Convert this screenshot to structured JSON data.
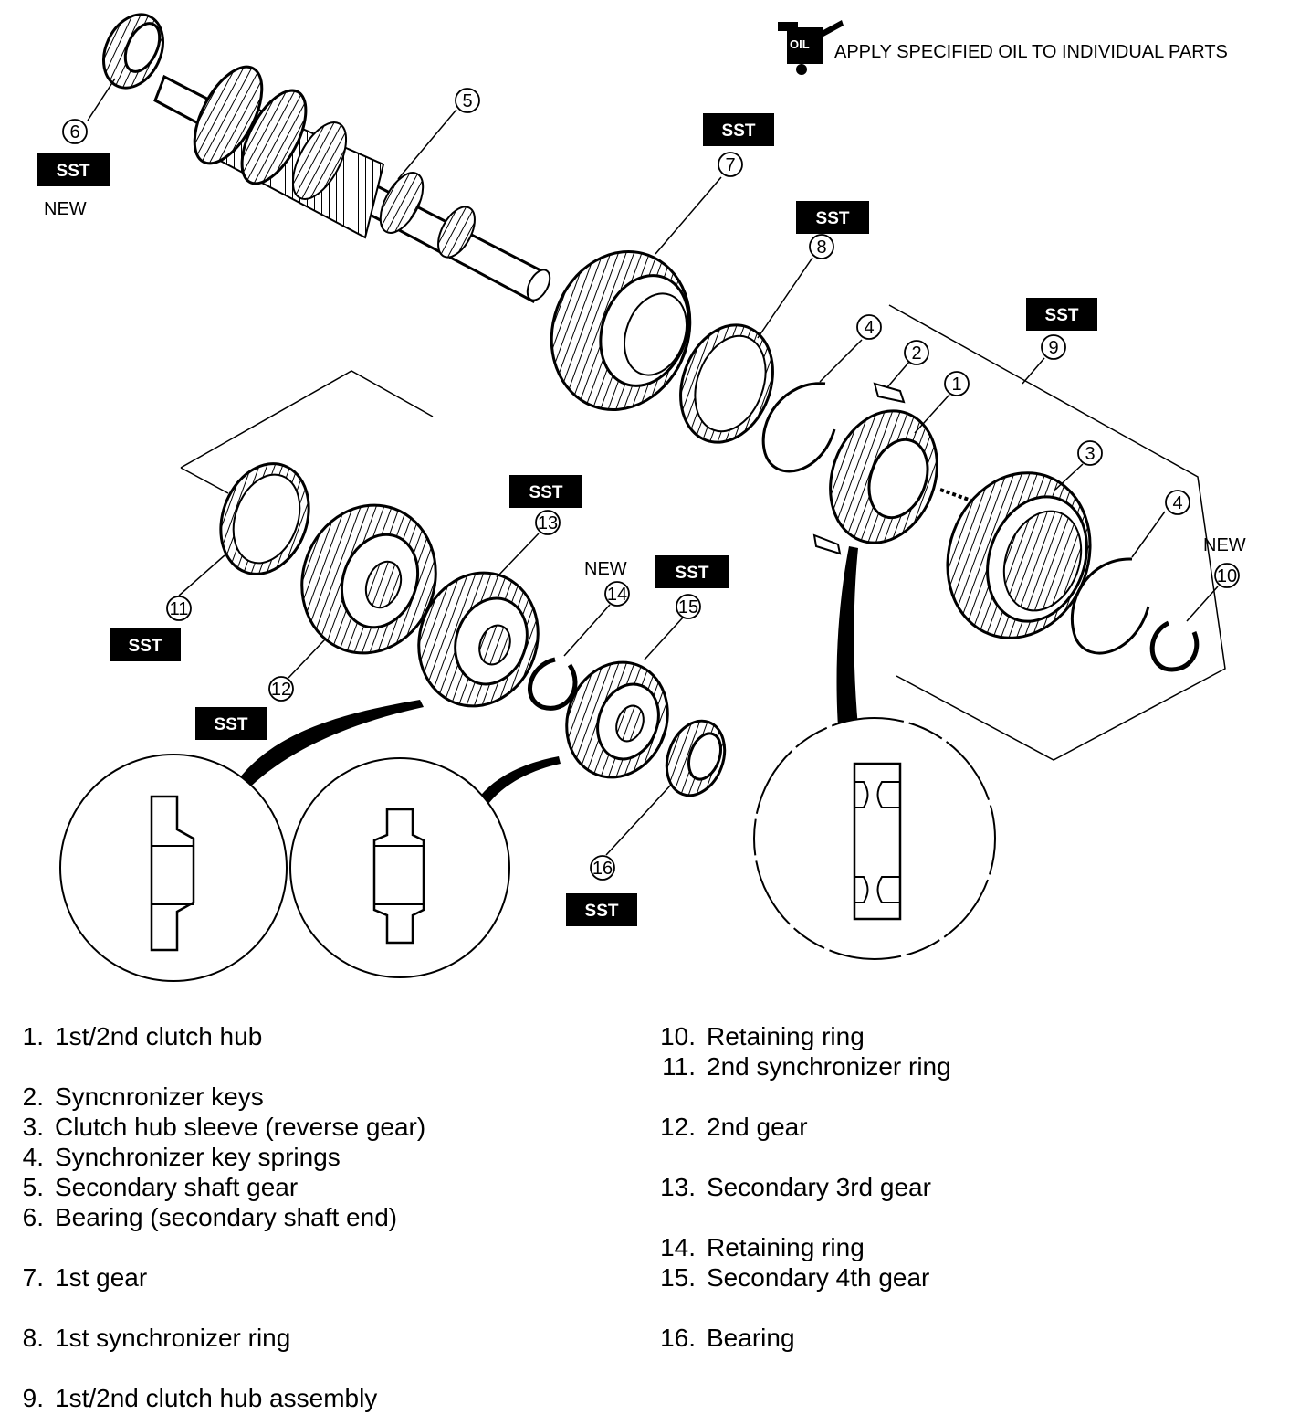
{
  "header": {
    "oil_icon_label": "OIL",
    "note": "APPLY SPECIFIED OIL TO INDIVIDUAL PARTS"
  },
  "tags": {
    "sst": "SST",
    "new": "NEW"
  },
  "callouts": [
    "1",
    "2",
    "3",
    "4",
    "5",
    "6",
    "7",
    "8",
    "9",
    "10",
    "11",
    "12",
    "13",
    "14",
    "15",
    "16"
  ],
  "legend": {
    "left": [
      {
        "num": "1.",
        "label": "1st/2nd clutch hub"
      },
      null,
      {
        "num": "2.",
        "label": "Syncnronizer keys"
      },
      {
        "num": "3.",
        "label": "Clutch hub sleeve (reverse gear)"
      },
      {
        "num": "4.",
        "label": "Synchronizer key springs"
      },
      {
        "num": "5.",
        "label": "Secondary shaft gear"
      },
      {
        "num": "6.",
        "label": "Bearing (secondary shaft end)"
      },
      null,
      {
        "num": "7.",
        "label": "1st gear"
      },
      null,
      {
        "num": "8.",
        "label": "1st synchronizer ring"
      },
      null,
      {
        "num": "9.",
        "label": "1st/2nd clutch hub assembly"
      }
    ],
    "right": [
      {
        "num": "10.",
        "label": "Retaining ring"
      },
      {
        "num": "11.",
        "label": "2nd synchronizer ring"
      },
      null,
      {
        "num": "12.",
        "label": "2nd gear"
      },
      null,
      {
        "num": "13.",
        "label": "Secondary 3rd gear"
      },
      null,
      {
        "num": "14.",
        "label": "Retaining ring"
      },
      {
        "num": "15.",
        "label": "Secondary 4th gear"
      },
      null,
      {
        "num": "16.",
        "label": "Bearing"
      }
    ]
  }
}
